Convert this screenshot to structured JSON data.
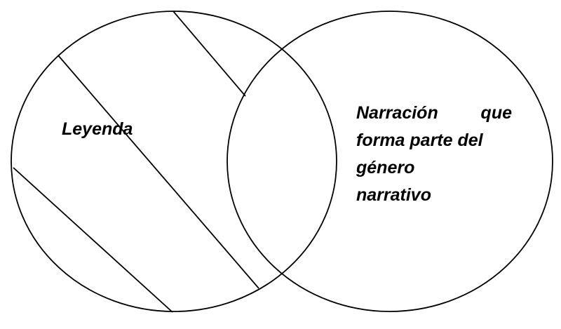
{
  "diagram": {
    "type": "venn",
    "stroke_color": "#000000",
    "background": "#ffffff",
    "left_circle": {
      "label": "Leyenda",
      "hatch_lines": 3
    },
    "right_circle": {
      "lines": [
        "Narración que",
        "forma parte del",
        "género",
        "narrativo"
      ]
    },
    "intersection": {
      "label": ""
    }
  }
}
